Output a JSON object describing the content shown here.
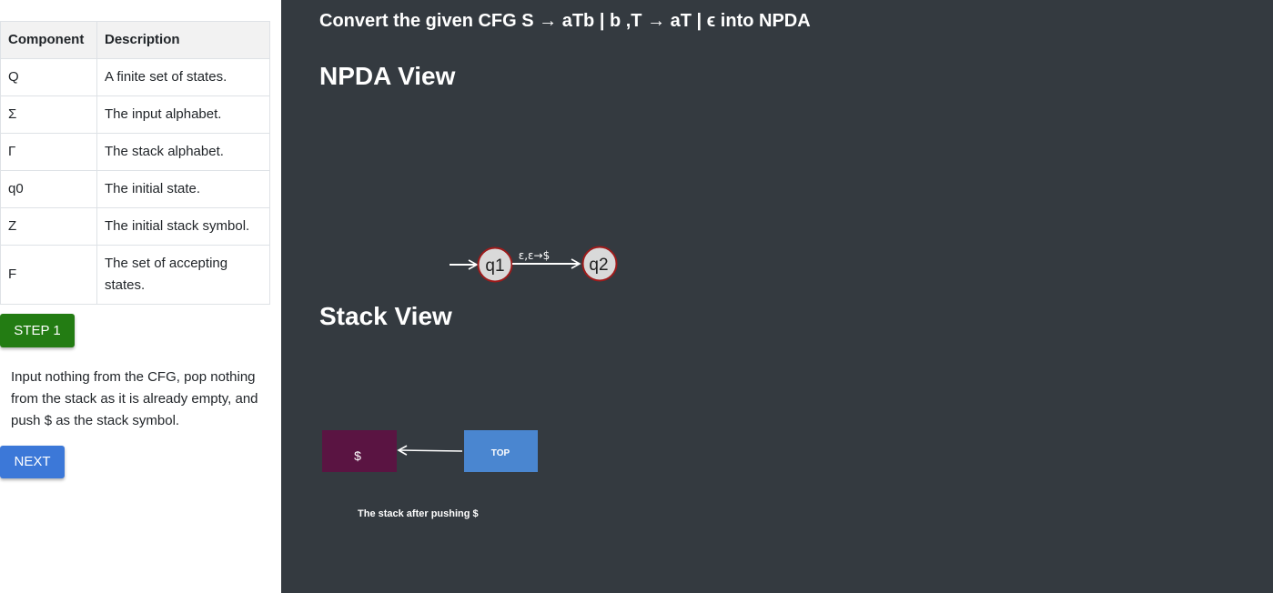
{
  "table": {
    "headers": [
      "Component",
      "Description"
    ],
    "rows": [
      {
        "component": "Q",
        "description": "A finite set of states."
      },
      {
        "component": "Σ",
        "description": "The input alphabet."
      },
      {
        "component": "Γ",
        "description": "The stack alphabet."
      },
      {
        "component": "q0",
        "description": "The initial state."
      },
      {
        "component": "Z",
        "description": "The initial stack symbol."
      },
      {
        "component": "F",
        "description": "The set of accepting states."
      }
    ]
  },
  "step_button": "STEP 1",
  "step_description": "Input nothing from the CFG, pop nothing from the stack as it is already empty, and push $ as the stack symbol.",
  "next_button": "NEXT",
  "question_title": "Convert the given CFG S → aTb | b ,T → aT | ϵ into NPDA",
  "npda_title": "NPDA View",
  "npda": {
    "states": [
      "q1",
      "q2"
    ],
    "transition_label": "ε,ε→$"
  },
  "stack_title": "Stack View",
  "stack": {
    "symbol": "$",
    "top_label": "TOP",
    "caption": "The stack after pushing $"
  },
  "colors": {
    "step_button": "#237c13",
    "next_button": "#3c78d8",
    "panel_bg": "#343a40",
    "state_fill": "#d9d9d9",
    "state_border": "#9e1b1b",
    "stack_cell": "#5a1442",
    "top_box": "#4a86d0"
  }
}
